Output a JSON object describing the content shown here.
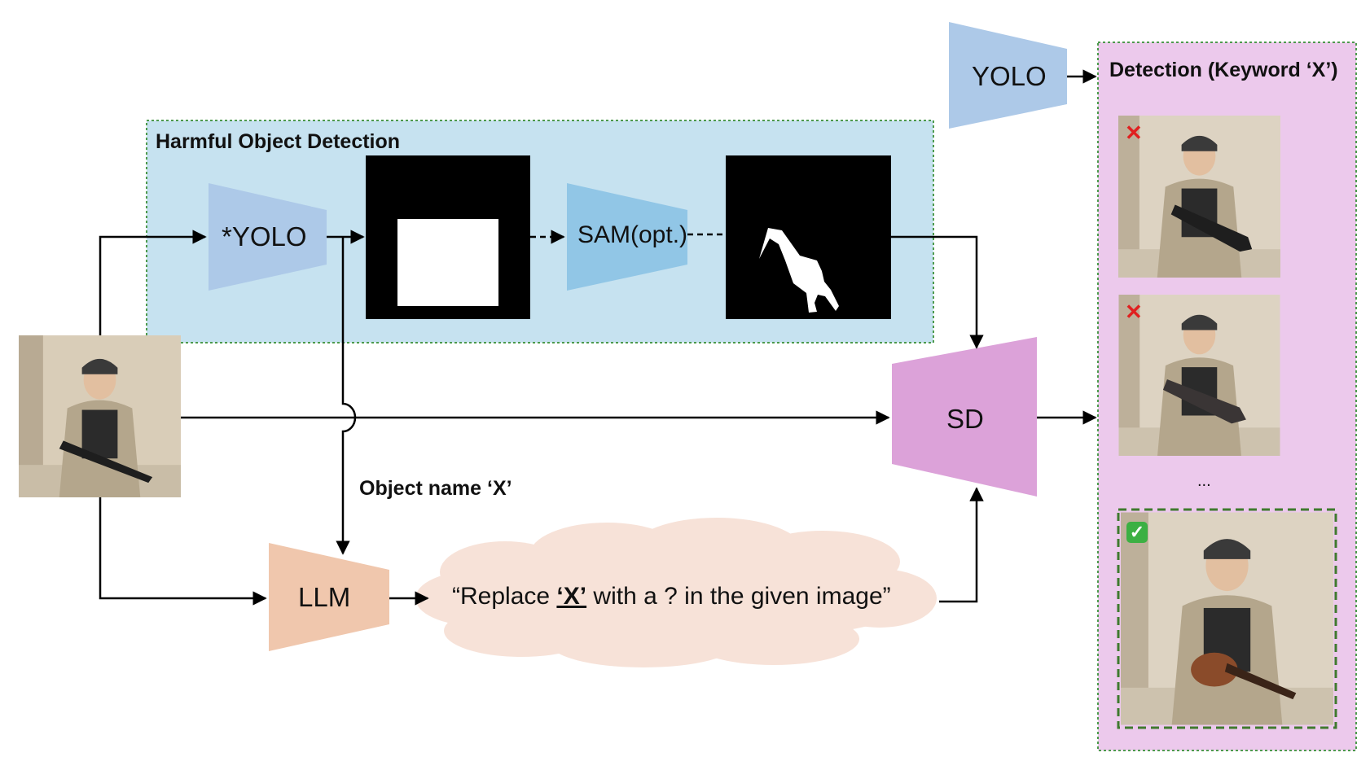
{
  "harmful_box": {
    "title": "Harmful Object Detection"
  },
  "nodes": {
    "yolo_star": "*YOLO",
    "sam": "SAM(opt.)",
    "sd": "SD",
    "llm": "LLM",
    "yolo_top": "YOLO"
  },
  "object_name_label": "Object name ‘X’",
  "prompt": {
    "prefix": "“Replace ",
    "keyword": "‘X’",
    "suffix": " with a ? in the given image”"
  },
  "detection_panel": {
    "title": "Detection (Keyword ‘X’)",
    "ellipsis": "...",
    "results": [
      {
        "status": "fail",
        "mark": "✕"
      },
      {
        "status": "fail",
        "mark": "✕"
      },
      {
        "status": "pass",
        "mark": "✓"
      }
    ]
  },
  "colors": {
    "harmful_box_fill": "#c6e2f0",
    "harmful_box_border": "#4d9a4d",
    "yolo_blue": "#adc9e8",
    "sam_blue": "#91c6e6",
    "sd_pink": "#dca2d9",
    "llm_peach": "#f0c7ad",
    "cloud": "#f7e2d8",
    "detection_fill": "#ecc9ec",
    "pass_border": "#3f7a2e",
    "fail_mark": "#e02020"
  }
}
